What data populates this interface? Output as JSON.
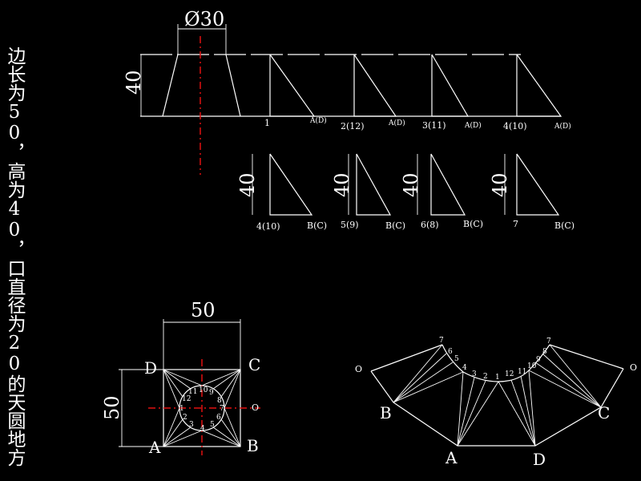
{
  "title": "边长为50，高为40，口直径为20的天圆地方",
  "top_view": {
    "diameter_label": "Ø30",
    "height_label": "40"
  },
  "row1_labels": [
    {
      "left": "1",
      "right": "A(D)"
    },
    {
      "left": "2(12)",
      "right": "A(D)"
    },
    {
      "left": "3(11)",
      "right": "A(D)"
    },
    {
      "left": "4(10)",
      "right": "A(D)"
    }
  ],
  "row2": [
    {
      "height": "40",
      "left": "4(10)",
      "right": "B(C)"
    },
    {
      "height": "40",
      "left": "5(9)",
      "right": "B(C)"
    },
    {
      "height": "40",
      "left": "6(8)",
      "right": "B(C)"
    },
    {
      "height": "40",
      "left": "7",
      "right": "B(C)"
    }
  ],
  "plan": {
    "width_label": "50",
    "height_label": "50",
    "corner_D": "D",
    "corner_C": "C",
    "corner_A": "A",
    "corner_B": "B",
    "center_O": "O",
    "points": [
      "1",
      "2",
      "3",
      "4",
      "5",
      "6",
      "7",
      "8",
      "9",
      "10",
      "11",
      "12"
    ]
  },
  "development": {
    "O_left": "O",
    "O_right": "O",
    "B": "B",
    "A": "A",
    "D": "D",
    "C": "C",
    "arc_left": [
      "7",
      "6",
      "5",
      "4",
      "3",
      "2",
      "1"
    ],
    "arc_right": [
      "12",
      "11",
      "10",
      "9",
      "8",
      "7"
    ]
  }
}
